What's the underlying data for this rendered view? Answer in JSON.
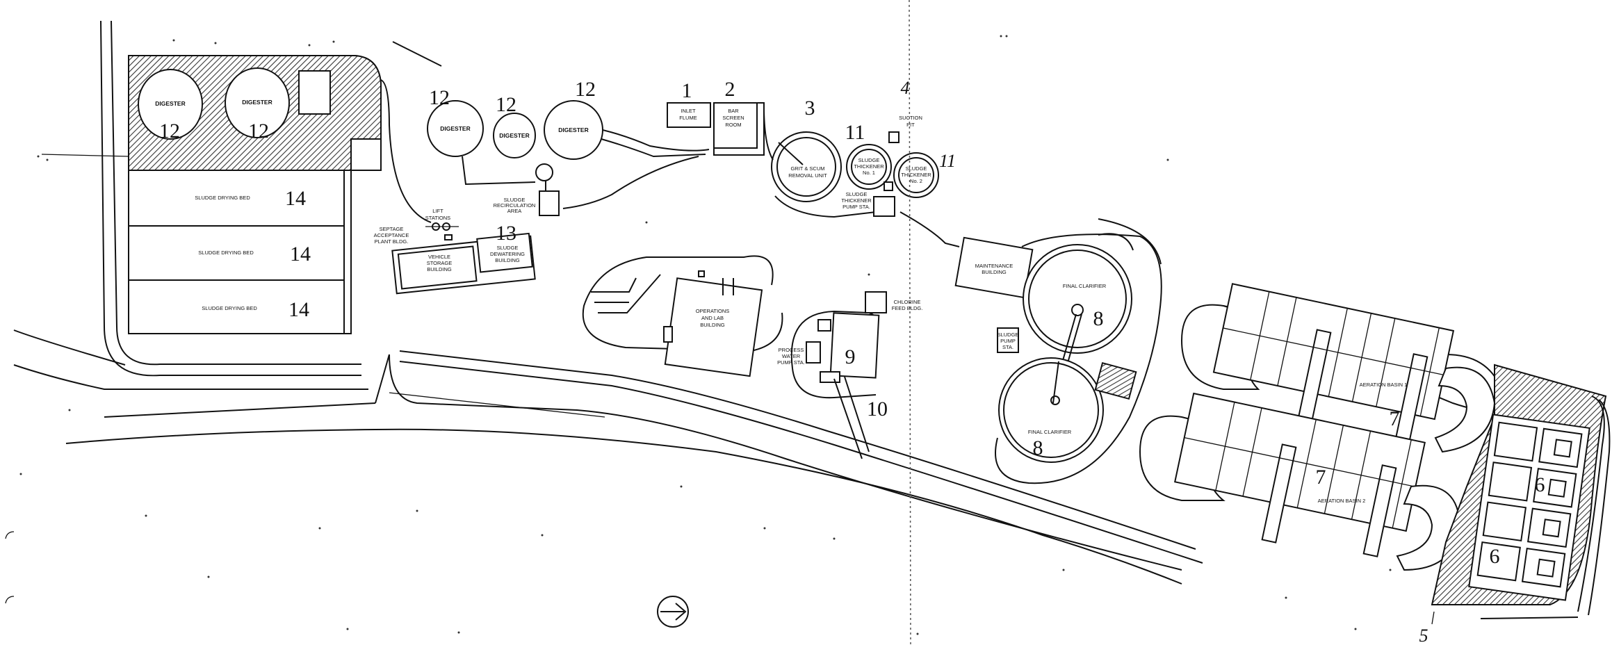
{
  "structure_labels": {
    "digester": "DIGESTER",
    "sludge_drying_bed": "SLUDGE DRYING BED",
    "inlet_flume": [
      "INLET",
      "FLUME"
    ],
    "bar_screen_room": [
      "BAR",
      "SCREEN",
      "ROOM"
    ],
    "grit_scum": [
      "GRIT & SCUM",
      "REMOVAL UNIT"
    ],
    "sludge_thickener_1": [
      "SLUDGE",
      "THICKENER",
      "No. 1"
    ],
    "sludge_thickener_2": [
      "SLUDGE",
      "THICKENER",
      "No. 2"
    ],
    "suction_pit": [
      "SUCTION",
      "PIT"
    ],
    "sludge_thickener_pump": [
      "SLUDGE",
      "THICKENER",
      "PUMP STA."
    ],
    "lift_stations": [
      "LIFT",
      "STATIONS"
    ],
    "septage": [
      "SEPTAGE",
      "ACCEPTANCE",
      "PLANT BLDG."
    ],
    "vehicle_storage": [
      "VEHICLE",
      "STORAGE",
      "BUILDING"
    ],
    "sludge_dewatering": [
      "SLUDGE",
      "DEWATERING",
      "BUILDING"
    ],
    "sludge_recirc": [
      "SLUDGE",
      "RECIRCULATION",
      "AREA"
    ],
    "operations": [
      "OPERATIONS",
      "AND LAB",
      "BUILDING"
    ],
    "process_water": [
      "PROCESS",
      "WATER",
      "PUMP STA."
    ],
    "chlorine": [
      "CHLORINE",
      "FEED BLDG."
    ],
    "maintenance": [
      "MAINTENANCE",
      "BUILDING"
    ],
    "final_clarifier": "FINAL CLARIFIER",
    "sludge_pump": [
      "SLUDGE",
      "PUMP",
      "STA."
    ],
    "aeration_basin_1": "AERATION BASIN 1",
    "aeration_basin_2": "AERATION BASIN 2"
  },
  "callouts": {
    "n1": "1",
    "n2": "2",
    "n3": "3",
    "n4": "4",
    "n5": "5",
    "n6": "6",
    "n7": "7",
    "n8": "8",
    "n9": "9",
    "n10": "10",
    "n11": "11",
    "n12": "12",
    "n13": "13",
    "n14": "14"
  }
}
